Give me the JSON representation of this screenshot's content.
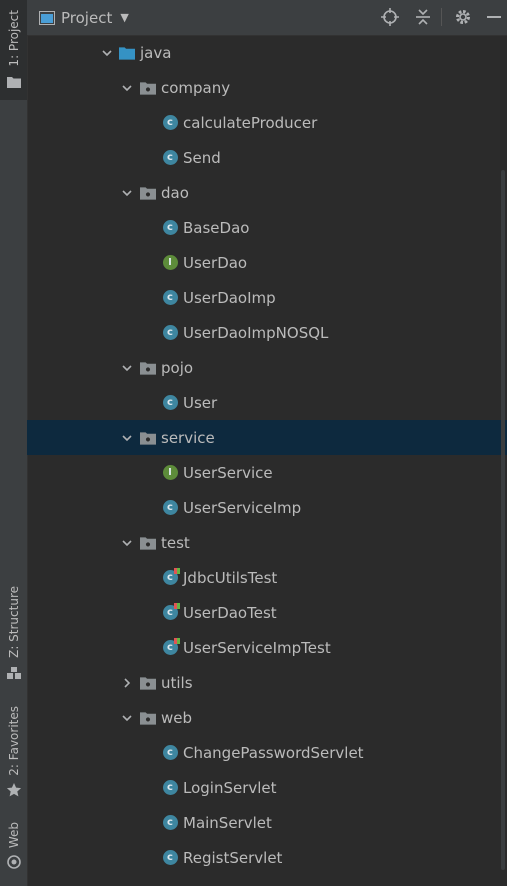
{
  "toolwindow_tabs": {
    "project": "1: Project",
    "structure": "Z: Structure",
    "favorites": "2: Favorites",
    "web": "Web"
  },
  "header": {
    "title": "Project",
    "icons": [
      "project-view-icon",
      "caret-down-icon",
      "locate-icon",
      "collapse-all-icon",
      "gear-icon",
      "minimize-icon"
    ]
  },
  "tree": [
    {
      "label": "java",
      "kind": "source-folder",
      "depth": 0,
      "expanded": true
    },
    {
      "label": "company",
      "kind": "package",
      "depth": 1,
      "expanded": true
    },
    {
      "label": "calculateProducer",
      "kind": "class",
      "depth": 2
    },
    {
      "label": "Send",
      "kind": "class",
      "depth": 2
    },
    {
      "label": "dao",
      "kind": "package",
      "depth": 1,
      "expanded": true
    },
    {
      "label": "BaseDao",
      "kind": "class",
      "depth": 2
    },
    {
      "label": "UserDao",
      "kind": "interface",
      "depth": 2
    },
    {
      "label": "UserDaoImp",
      "kind": "class",
      "depth": 2
    },
    {
      "label": "UserDaoImpNOSQL",
      "kind": "class",
      "depth": 2
    },
    {
      "label": "pojo",
      "kind": "package",
      "depth": 1,
      "expanded": true
    },
    {
      "label": "User",
      "kind": "class",
      "depth": 2
    },
    {
      "label": "service",
      "kind": "package",
      "depth": 1,
      "expanded": true,
      "selected": true
    },
    {
      "label": "UserService",
      "kind": "interface",
      "depth": 2
    },
    {
      "label": "UserServiceImp",
      "kind": "class",
      "depth": 2
    },
    {
      "label": "test",
      "kind": "package",
      "depth": 1,
      "expanded": true
    },
    {
      "label": "JdbcUtilsTest",
      "kind": "test-class",
      "depth": 2
    },
    {
      "label": "UserDaoTest",
      "kind": "test-class",
      "depth": 2
    },
    {
      "label": "UserServiceImpTest",
      "kind": "test-class",
      "depth": 2
    },
    {
      "label": "utils",
      "kind": "package",
      "depth": 1,
      "expanded": false
    },
    {
      "label": "web",
      "kind": "package",
      "depth": 1,
      "expanded": true
    },
    {
      "label": "ChangePasswordServlet",
      "kind": "class",
      "depth": 2
    },
    {
      "label": "LoginServlet",
      "kind": "class",
      "depth": 2
    },
    {
      "label": "MainServlet",
      "kind": "class",
      "depth": 2
    },
    {
      "label": "RegistServlet",
      "kind": "class",
      "depth": 2
    }
  ],
  "colors": {
    "background": "#2b2b2b",
    "selection": "#0d293e",
    "class_icon": "#3e86a0",
    "interface_icon": "#5d8c3a"
  }
}
